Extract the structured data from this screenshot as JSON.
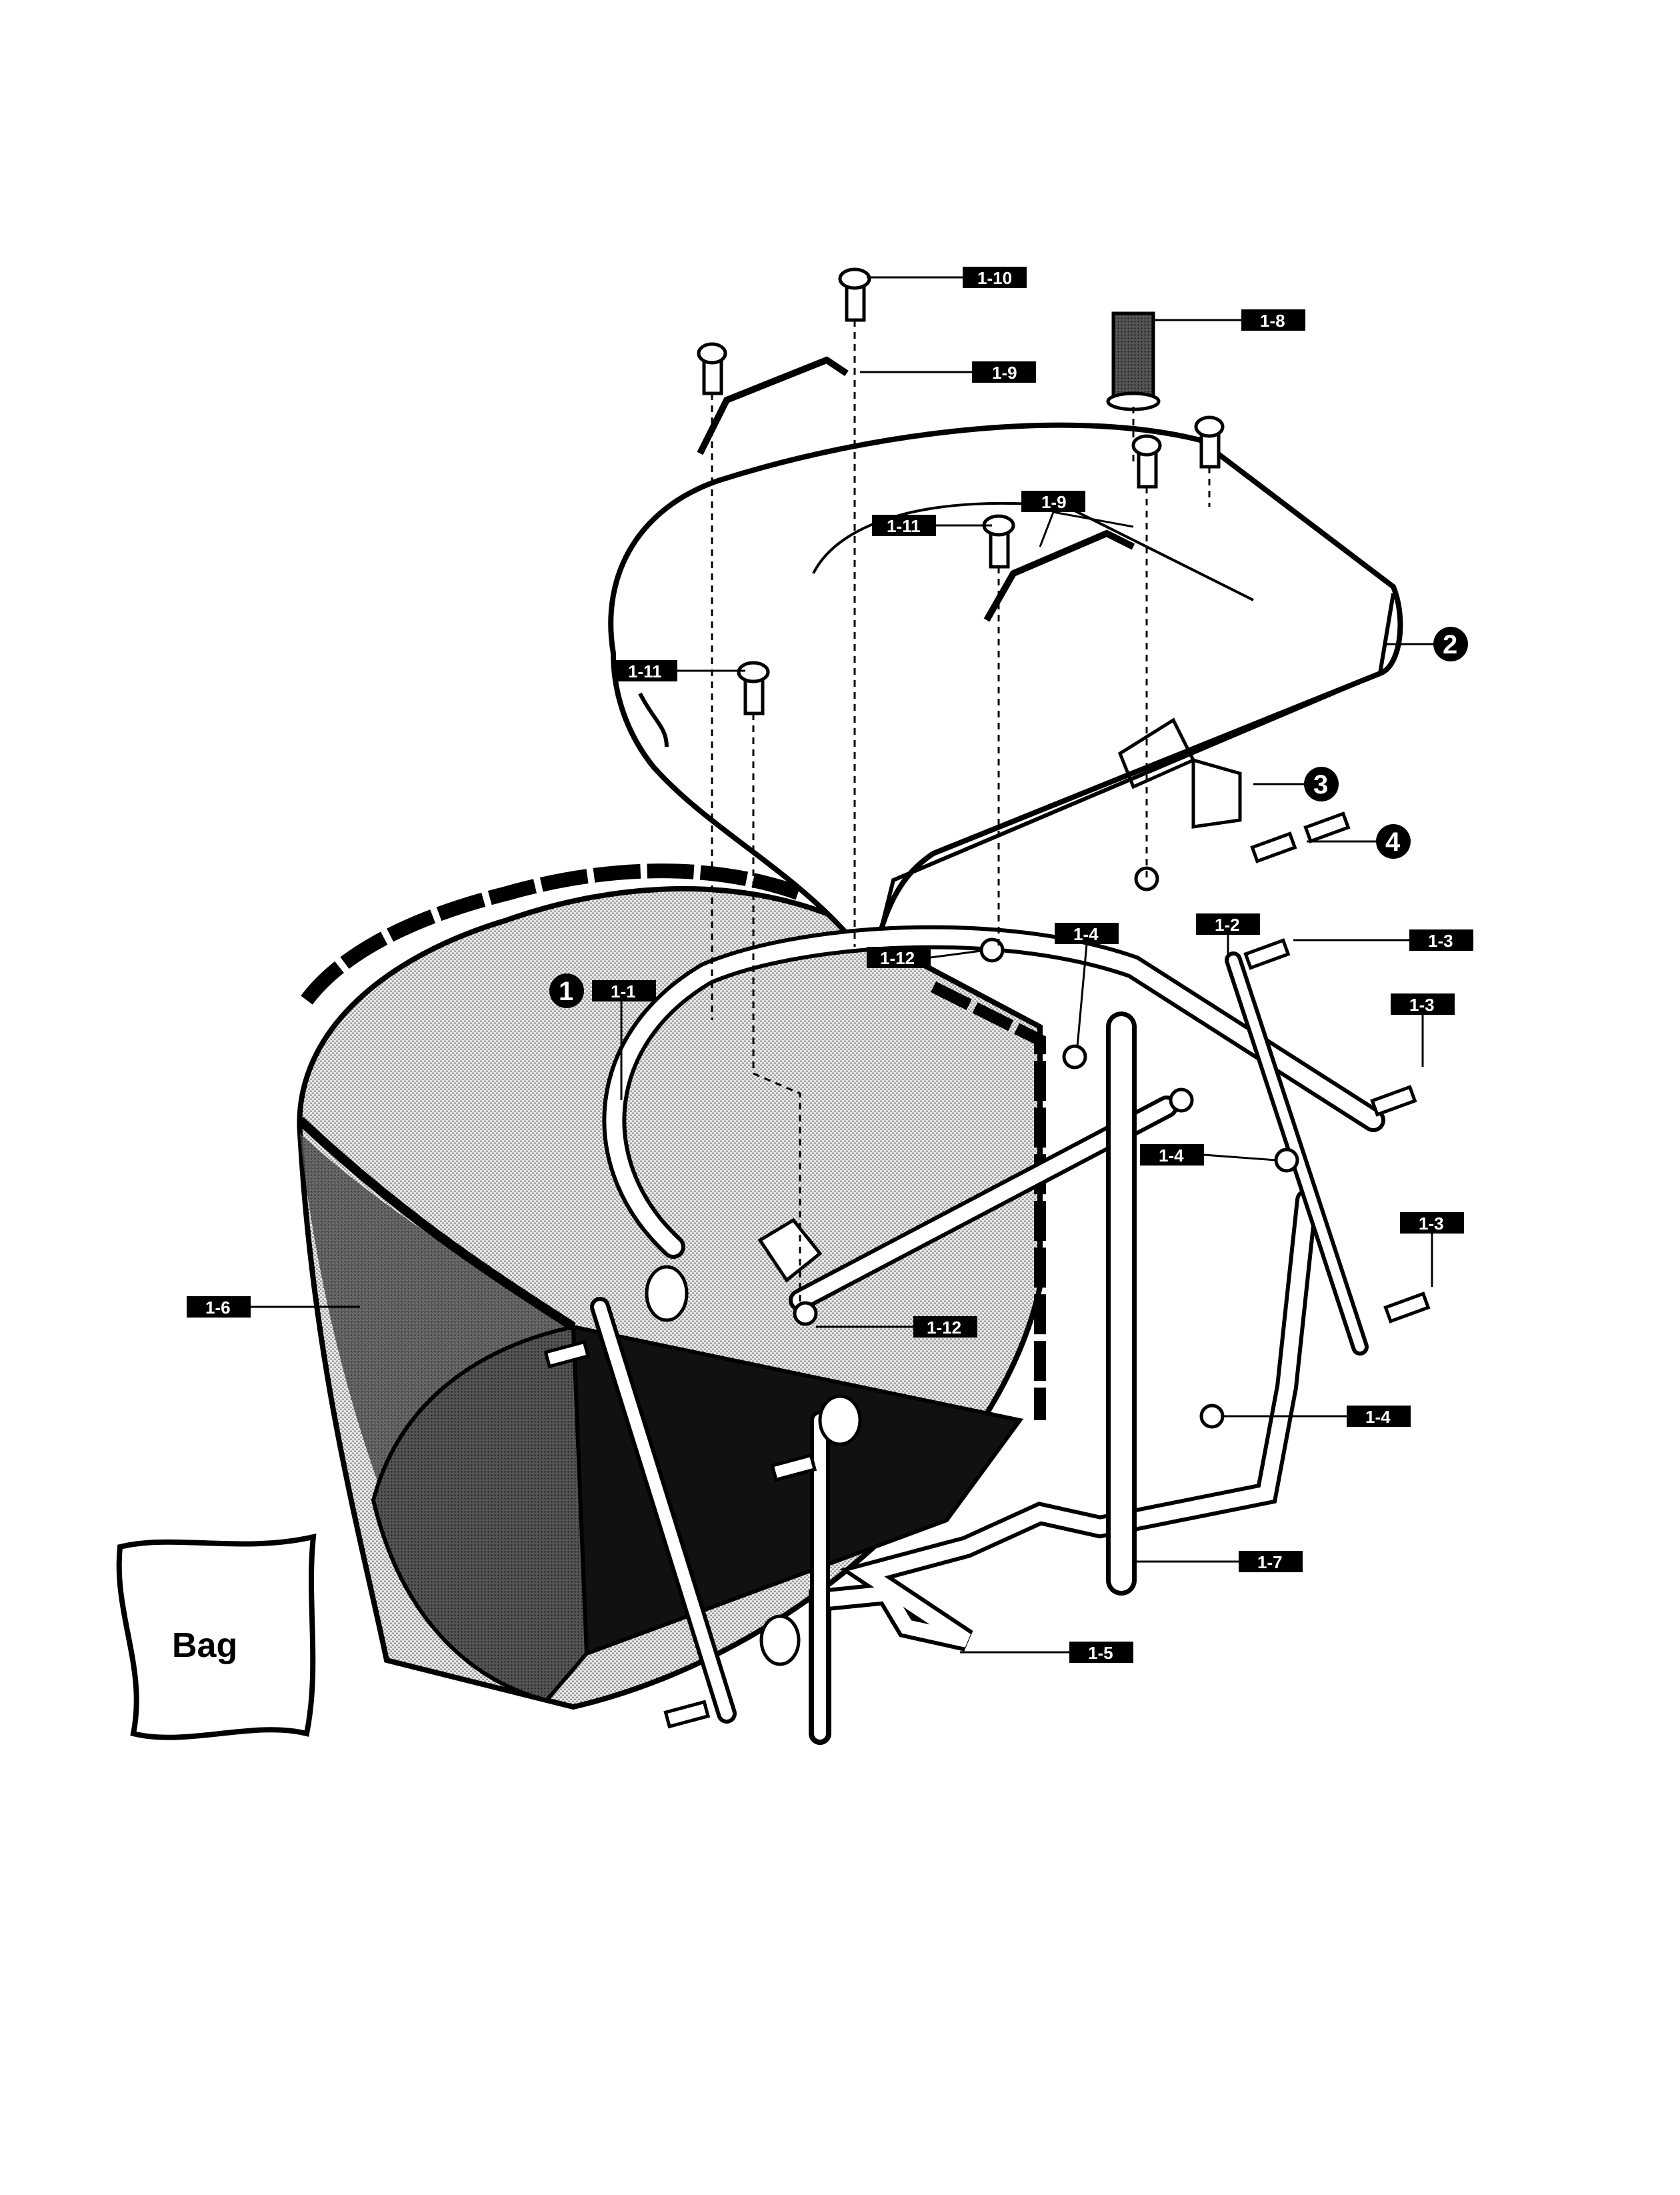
{
  "callouts": {
    "c1_10": "1-10",
    "c1_8": "1-8",
    "c1_9a": "1-9",
    "c1_9b": "1-9",
    "c1_11a": "1-11",
    "c1_11b": "1-11",
    "c2": "2",
    "c3": "3",
    "c4": "4",
    "c1_2": "1-2",
    "c1_3a": "1-3",
    "c1_3b": "1-3",
    "c1_3c": "1-3",
    "c1_4a": "1-4",
    "c1_4b": "1-4",
    "c1_4c": "1-4",
    "c1_12a": "1-12",
    "c1_12b": "1-12",
    "c1": "1",
    "c1_1": "1-1",
    "c1_6": "1-6",
    "c1_7": "1-7",
    "c1_5": "1-5"
  },
  "bag_label": "Bag",
  "colors": {
    "ink": "#000000",
    "paper": "#ffffff",
    "mesh": "#bfbfbf"
  }
}
